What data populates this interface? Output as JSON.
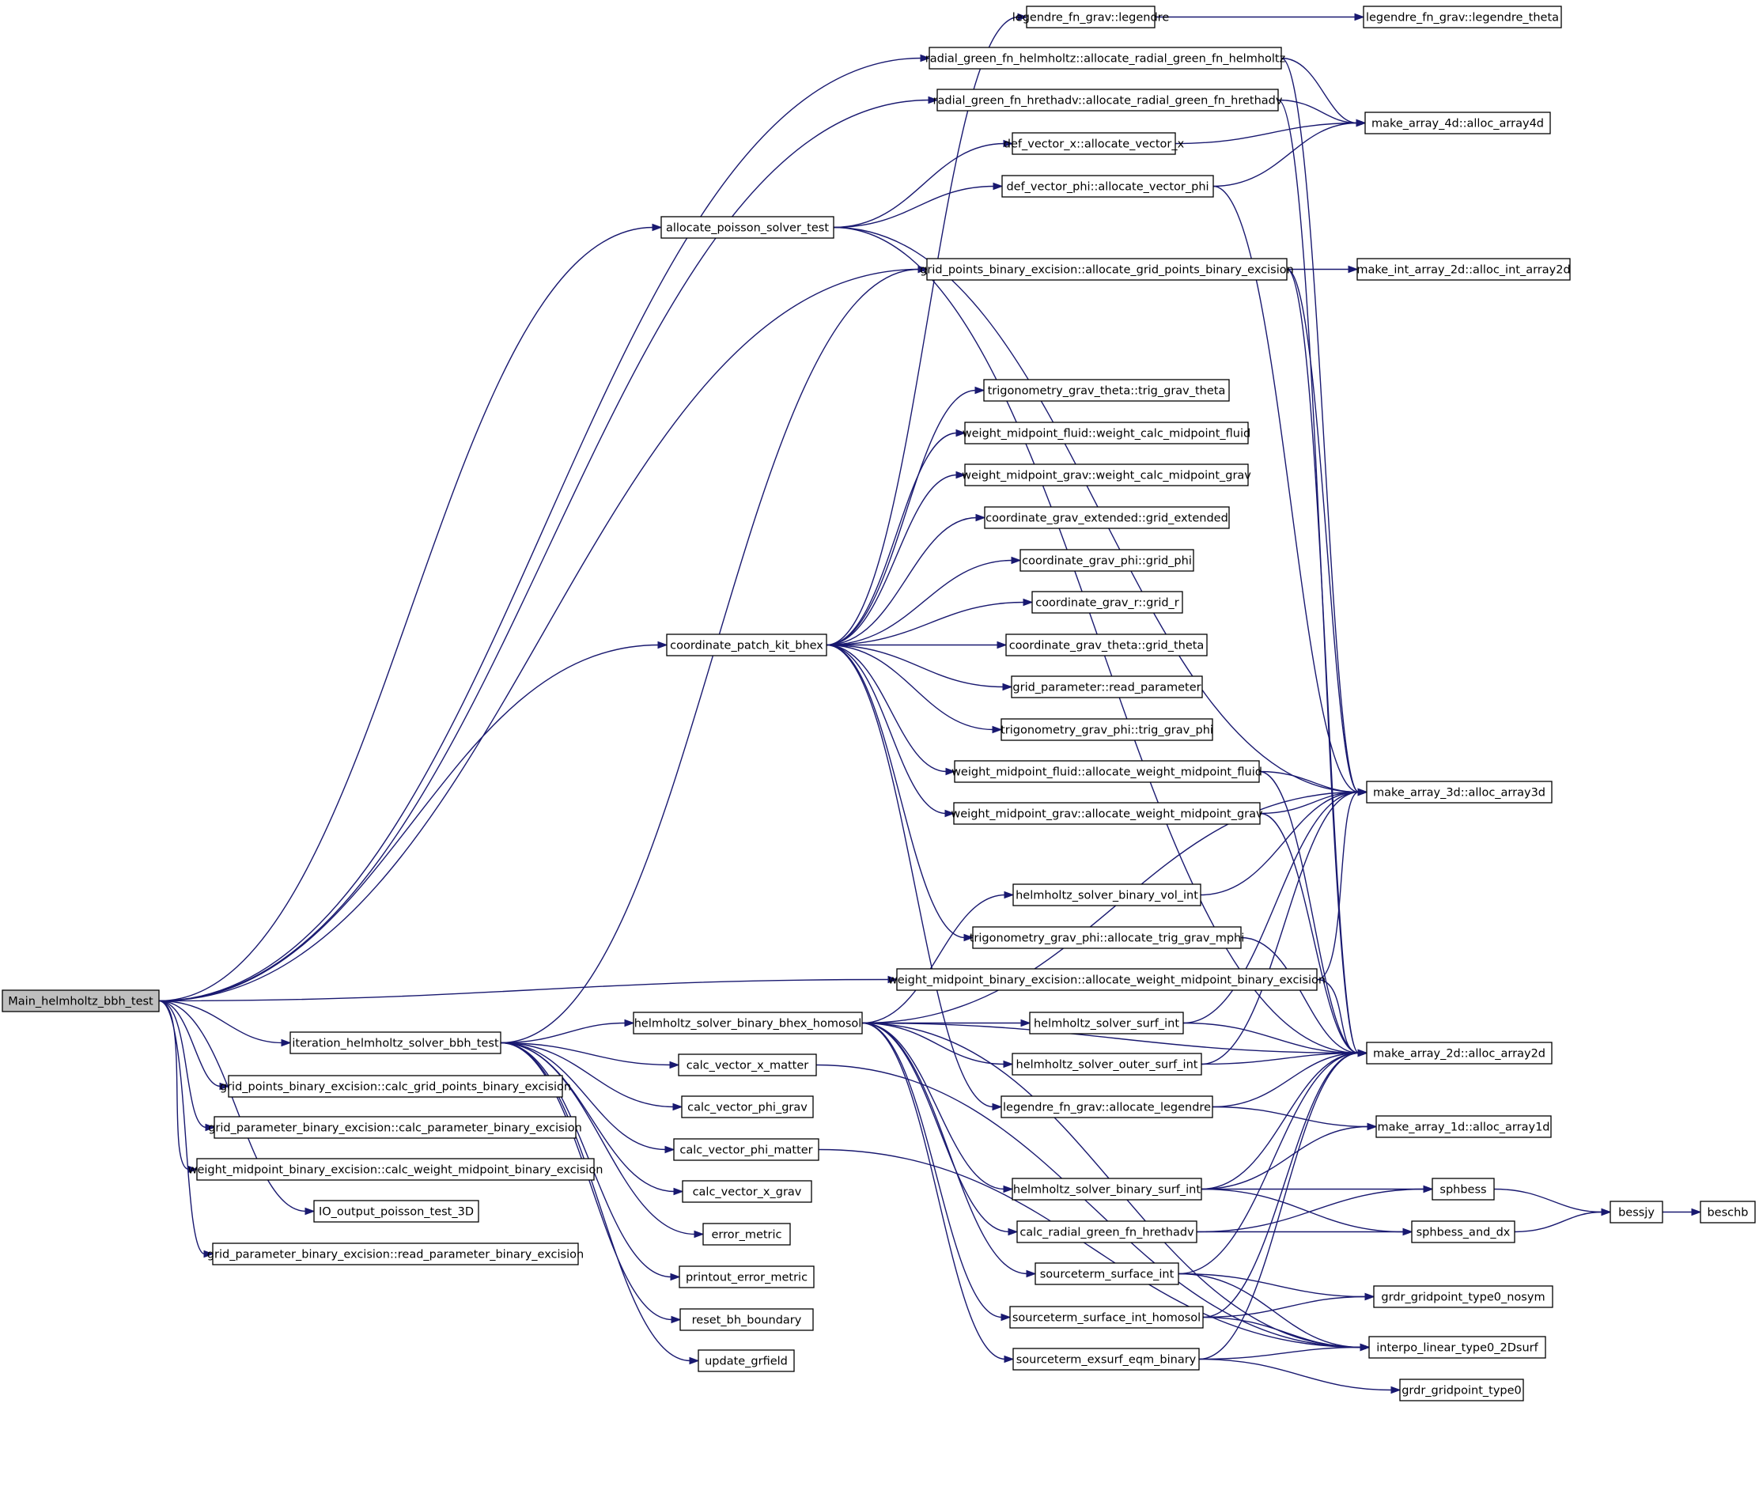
{
  "diagram": {
    "nodes": [
      {
        "id": "main",
        "label": "Main_helmholtz_bbh_test",
        "root": true
      },
      {
        "id": "legendre",
        "label": "legendre_fn_grav::legendre"
      },
      {
        "id": "legendre_theta",
        "label": "legendre_fn_grav::legendre_theta"
      },
      {
        "id": "rg_helm",
        "label": "radial_green_fn_helmholtz::allocate_radial_green_fn_helmholtz"
      },
      {
        "id": "rg_hreth",
        "label": "radial_green_fn_hrethadv::allocate_radial_green_fn_hrethadv"
      },
      {
        "id": "arr4d",
        "label": "make_array_4d::alloc_array4d"
      },
      {
        "id": "vec_x",
        "label": "def_vector_x::allocate_vector_x"
      },
      {
        "id": "vec_phi",
        "label": "def_vector_phi::allocate_vector_phi"
      },
      {
        "id": "alloc_poisson",
        "label": "allocate_poisson_solver_test"
      },
      {
        "id": "gp_bin",
        "label": "grid_points_binary_excision::allocate_grid_points_binary_excision"
      },
      {
        "id": "int2d",
        "label": "make_int_array_2d::alloc_int_array2d"
      },
      {
        "id": "trig_theta",
        "label": "trigonometry_grav_theta::trig_grav_theta"
      },
      {
        "id": "wm_fluid",
        "label": "weight_midpoint_fluid::weight_calc_midpoint_fluid"
      },
      {
        "id": "wm_grav",
        "label": "weight_midpoint_grav::weight_calc_midpoint_grav"
      },
      {
        "id": "grid_ext",
        "label": "coordinate_grav_extended::grid_extended"
      },
      {
        "id": "grid_phi",
        "label": "coordinate_grav_phi::grid_phi"
      },
      {
        "id": "grid_r",
        "label": "coordinate_grav_r::grid_r"
      },
      {
        "id": "patch",
        "label": "coordinate_patch_kit_bhex"
      },
      {
        "id": "grid_theta",
        "label": "coordinate_grav_theta::grid_theta"
      },
      {
        "id": "read_param",
        "label": "grid_parameter::read_parameter"
      },
      {
        "id": "trig_phi",
        "label": "trigonometry_grav_phi::trig_grav_phi"
      },
      {
        "id": "awm_fluid",
        "label": "weight_midpoint_fluid::allocate_weight_midpoint_fluid"
      },
      {
        "id": "arr3d",
        "label": "make_array_3d::alloc_array3d"
      },
      {
        "id": "awm_grav",
        "label": "weight_midpoint_grav::allocate_weight_midpoint_grav"
      },
      {
        "id": "vol_int",
        "label": "helmholtz_solver_binary_vol_int"
      },
      {
        "id": "trig_mphi",
        "label": "trigonometry_grav_phi::allocate_trig_grav_mphi"
      },
      {
        "id": "awm_bin",
        "label": "weight_midpoint_binary_excision::allocate_weight_midpoint_binary_excision"
      },
      {
        "id": "iter",
        "label": "iteration_helmholtz_solver_bbh_test"
      },
      {
        "id": "homosol",
        "label": "helmholtz_solver_binary_bhex_homosol"
      },
      {
        "id": "surf_int",
        "label": "helmholtz_solver_surf_int"
      },
      {
        "id": "arr2d",
        "label": "make_array_2d::alloc_array2d"
      },
      {
        "id": "cvx_matter",
        "label": "calc_vector_x_matter"
      },
      {
        "id": "outer_surf",
        "label": "helmholtz_solver_outer_surf_int"
      },
      {
        "id": "calc_gp",
        "label": "grid_points_binary_excision::calc_grid_points_binary_excision"
      },
      {
        "id": "cvphi_grav",
        "label": "calc_vector_phi_grav"
      },
      {
        "id": "alloc_leg",
        "label": "legendre_fn_grav::allocate_legendre"
      },
      {
        "id": "arr1d",
        "label": "make_array_1d::alloc_array1d"
      },
      {
        "id": "calc_param",
        "label": "grid_parameter_binary_excision::calc_parameter_binary_excision"
      },
      {
        "id": "cvphi_matter",
        "label": "calc_vector_phi_matter"
      },
      {
        "id": "calc_wm",
        "label": "weight_midpoint_binary_excision::calc_weight_midpoint_binary_excision"
      },
      {
        "id": "bin_surf",
        "label": "helmholtz_solver_binary_surf_int"
      },
      {
        "id": "sphbess",
        "label": "sphbess"
      },
      {
        "id": "cvx_grav",
        "label": "calc_vector_x_grav"
      },
      {
        "id": "io_out",
        "label": "IO_output_poisson_test_3D"
      },
      {
        "id": "bessjy",
        "label": "bessjy"
      },
      {
        "id": "beschb",
        "label": "beschb"
      },
      {
        "id": "crg_hreth",
        "label": "calc_radial_green_fn_hrethadv"
      },
      {
        "id": "sphbess_dx",
        "label": "sphbess_and_dx"
      },
      {
        "id": "err_metric",
        "label": "error_metric"
      },
      {
        "id": "read_bin",
        "label": "grid_parameter_binary_excision::read_parameter_binary_excision"
      },
      {
        "id": "printout",
        "label": "printout_error_metric"
      },
      {
        "id": "src_surf",
        "label": "sourceterm_surface_int"
      },
      {
        "id": "grdr_nosym",
        "label": "grdr_gridpoint_type0_nosym"
      },
      {
        "id": "reset_bh",
        "label": "reset_bh_boundary"
      },
      {
        "id": "src_surf_h",
        "label": "sourceterm_surface_int_homosol"
      },
      {
        "id": "interpo",
        "label": "interpo_linear_type0_2Dsurf"
      },
      {
        "id": "update_gr",
        "label": "update_grfield"
      },
      {
        "id": "src_exsurf",
        "label": "sourceterm_exsurf_eqm_binary"
      },
      {
        "id": "grdr_type0",
        "label": "grdr_gridpoint_type0"
      }
    ],
    "edges": [
      [
        "main",
        "rg_helm"
      ],
      [
        "main",
        "rg_hreth"
      ],
      [
        "main",
        "alloc_poisson"
      ],
      [
        "main",
        "gp_bin"
      ],
      [
        "main",
        "patch"
      ],
      [
        "main",
        "awm_bin"
      ],
      [
        "main",
        "iter"
      ],
      [
        "main",
        "calc_gp"
      ],
      [
        "main",
        "calc_param"
      ],
      [
        "main",
        "calc_wm"
      ],
      [
        "main",
        "io_out"
      ],
      [
        "main",
        "read_bin"
      ],
      [
        "alloc_poisson",
        "vec_x"
      ],
      [
        "alloc_poisson",
        "vec_phi"
      ],
      [
        "alloc_poisson",
        "arr3d"
      ],
      [
        "alloc_poisson",
        "arr2d"
      ],
      [
        "patch",
        "legendre"
      ],
      [
        "patch",
        "trig_theta"
      ],
      [
        "patch",
        "wm_fluid"
      ],
      [
        "patch",
        "wm_grav"
      ],
      [
        "patch",
        "grid_ext"
      ],
      [
        "patch",
        "grid_phi"
      ],
      [
        "patch",
        "grid_r"
      ],
      [
        "patch",
        "grid_theta"
      ],
      [
        "patch",
        "read_param"
      ],
      [
        "patch",
        "trig_phi"
      ],
      [
        "patch",
        "awm_fluid"
      ],
      [
        "patch",
        "awm_grav"
      ],
      [
        "patch",
        "trig_mphi"
      ],
      [
        "patch",
        "alloc_leg"
      ],
      [
        "legendre",
        "legendre_theta"
      ],
      [
        "rg_helm",
        "arr4d"
      ],
      [
        "rg_helm",
        "arr3d"
      ],
      [
        "rg_hreth",
        "arr4d"
      ],
      [
        "rg_hreth",
        "arr2d"
      ],
      [
        "vec_x",
        "arr4d"
      ],
      [
        "vec_phi",
        "arr4d"
      ],
      [
        "vec_phi",
        "arr3d"
      ],
      [
        "gp_bin",
        "int2d"
      ],
      [
        "gp_bin",
        "arr3d"
      ],
      [
        "gp_bin",
        "arr2d"
      ],
      [
        "awm_fluid",
        "arr3d"
      ],
      [
        "awm_fluid",
        "arr2d"
      ],
      [
        "awm_grav",
        "arr3d"
      ],
      [
        "awm_grav",
        "arr2d"
      ],
      [
        "trig_mphi",
        "arr2d"
      ],
      [
        "awm_bin",
        "arr3d"
      ],
      [
        "awm_bin",
        "arr2d"
      ],
      [
        "iter",
        "gp_bin"
      ],
      [
        "iter",
        "homosol"
      ],
      [
        "iter",
        "cvx_matter"
      ],
      [
        "iter",
        "cvphi_grav"
      ],
      [
        "iter",
        "cvphi_matter"
      ],
      [
        "iter",
        "cvx_grav"
      ],
      [
        "iter",
        "err_metric"
      ],
      [
        "iter",
        "printout"
      ],
      [
        "iter",
        "reset_bh"
      ],
      [
        "iter",
        "update_gr"
      ],
      [
        "homosol",
        "arr3d"
      ],
      [
        "homosol",
        "vol_int"
      ],
      [
        "homosol",
        "surf_int"
      ],
      [
        "homosol",
        "outer_surf"
      ],
      [
        "homosol",
        "arr2d"
      ],
      [
        "homosol",
        "bin_surf"
      ],
      [
        "homosol",
        "crg_hreth"
      ],
      [
        "homosol",
        "src_surf"
      ],
      [
        "homosol",
        "src_surf_h"
      ],
      [
        "homosol",
        "src_exsurf"
      ],
      [
        "homosol",
        "interpo"
      ],
      [
        "vol_int",
        "arr3d"
      ],
      [
        "surf_int",
        "arr3d"
      ],
      [
        "surf_int",
        "arr2d"
      ],
      [
        "outer_surf",
        "arr3d"
      ],
      [
        "outer_surf",
        "arr2d"
      ],
      [
        "alloc_leg",
        "arr2d"
      ],
      [
        "alloc_leg",
        "arr1d"
      ],
      [
        "bin_surf",
        "arr2d"
      ],
      [
        "bin_surf",
        "arr1d"
      ],
      [
        "bin_surf",
        "sphbess"
      ],
      [
        "bin_surf",
        "sphbess_dx"
      ],
      [
        "crg_hreth",
        "sphbess"
      ],
      [
        "crg_hreth",
        "sphbess_dx"
      ],
      [
        "sphbess",
        "bessjy"
      ],
      [
        "sphbess_dx",
        "bessjy"
      ],
      [
        "bessjy",
        "beschb"
      ],
      [
        "src_surf",
        "arr2d"
      ],
      [
        "src_surf",
        "grdr_nosym"
      ],
      [
        "src_surf",
        "interpo"
      ],
      [
        "src_surf_h",
        "arr2d"
      ],
      [
        "src_surf_h",
        "grdr_nosym"
      ],
      [
        "src_surf_h",
        "interpo"
      ],
      [
        "src_exsurf",
        "arr2d"
      ],
      [
        "src_exsurf",
        "interpo"
      ],
      [
        "src_exsurf",
        "grdr_type0"
      ],
      [
        "cvx_matter",
        "interpo"
      ],
      [
        "cvphi_matter",
        "interpo"
      ]
    ]
  }
}
